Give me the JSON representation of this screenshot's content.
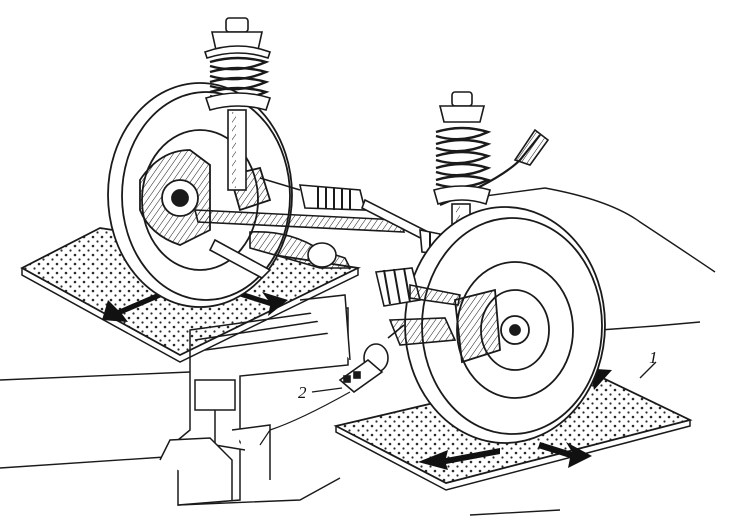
{
  "diagram": {
    "colors": {
      "ink": "#1a1a1a",
      "paper": "#ffffff",
      "dot": "#2a2a2a",
      "arrow": "#111111"
    },
    "callouts": [
      {
        "id": "1",
        "label": "1",
        "target": "turntable-plate-right"
      },
      {
        "id": "2",
        "label": "2",
        "target": "sensor-unit"
      }
    ]
  }
}
